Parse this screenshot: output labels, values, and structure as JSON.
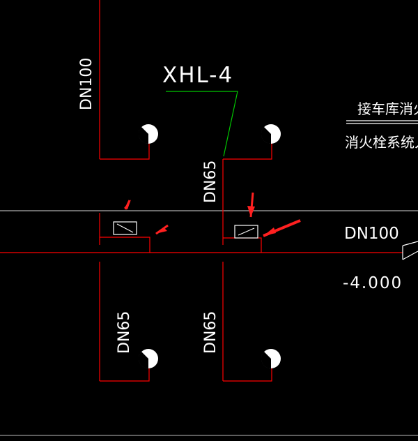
{
  "drawing": {
    "label_xhl": "XHL-4",
    "label_dn100_vertical": "DN100",
    "label_dn65_upper": "DN65",
    "label_dn65_lower_left": "DN65",
    "label_dn65_lower_right": "DN65",
    "label_dn100_horizontal": "DN100",
    "label_elevation": "-4.000",
    "note_line1": "接车库消火",
    "note_line2": "消火栓系统入"
  },
  "colors": {
    "background": "#000000",
    "pipe": "#ff0000",
    "leader": "#00c800",
    "grid": "#d8d8d8",
    "text": "#ffffff",
    "arrow": "#ff2020"
  },
  "icons": [
    "hydrant-symbol-icon",
    "valve-symbol-icon",
    "arrow-annotation-icon",
    "flow-arrow-icon"
  ]
}
